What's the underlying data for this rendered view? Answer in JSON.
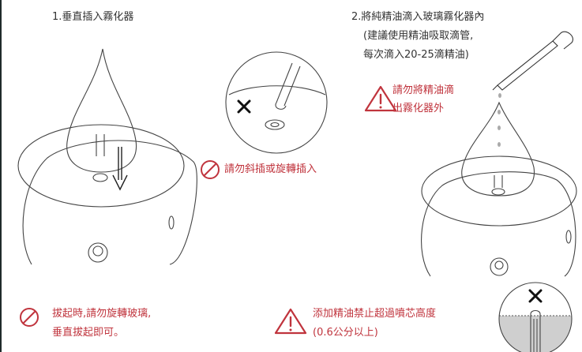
{
  "step1": {
    "title": "1.垂直插入霧化器"
  },
  "step2": {
    "title": "2.將純精油滴入玻璃霧化器內",
    "note_line1": "(建議使用精油吸取滴管,",
    "note_line2": "每次滴入20-25滴精油)"
  },
  "warnings": {
    "drip_line1": "請勿將精油滴",
    "drip_line2": "出霧化器外",
    "tilt": "請勿斜插或旋轉插入",
    "remove_line1": "拔起時,請勿旋轉玻璃,",
    "remove_line2": "垂直拔起即可。",
    "level_line1": "添加精油禁止超過噴芯高度",
    "level_line2": "(0.6公分以上)"
  },
  "colors": {
    "warning": "#c0343d",
    "line": "#333333",
    "oil": "#cfcfcf"
  }
}
